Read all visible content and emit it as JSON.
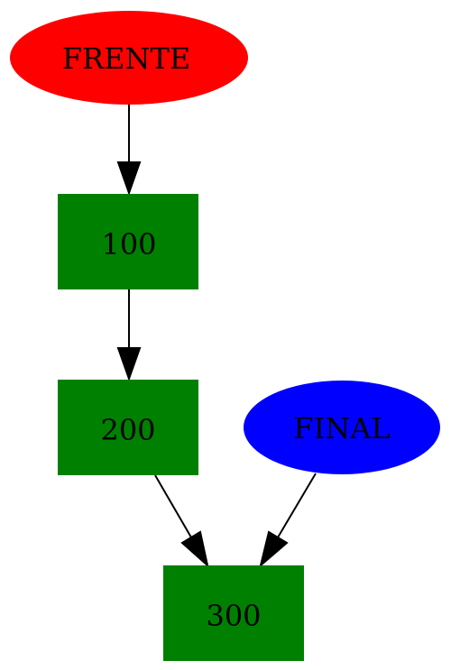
{
  "nodes": {
    "frente": {
      "label": "FRENTE",
      "color": "#ff0000",
      "shape": "ellipse"
    },
    "n100": {
      "label": "100",
      "color": "#008000",
      "shape": "rectangle"
    },
    "n200": {
      "label": "200",
      "color": "#008000",
      "shape": "rectangle"
    },
    "final": {
      "label": "FINAL",
      "color": "#0000ff",
      "shape": "ellipse"
    },
    "n300": {
      "label": "300",
      "color": "#008000",
      "shape": "rectangle"
    }
  },
  "edges": [
    {
      "from": "FRENTE",
      "to": "100"
    },
    {
      "from": "100",
      "to": "200"
    },
    {
      "from": "200",
      "to": "300"
    },
    {
      "from": "FINAL",
      "to": "300"
    }
  ]
}
